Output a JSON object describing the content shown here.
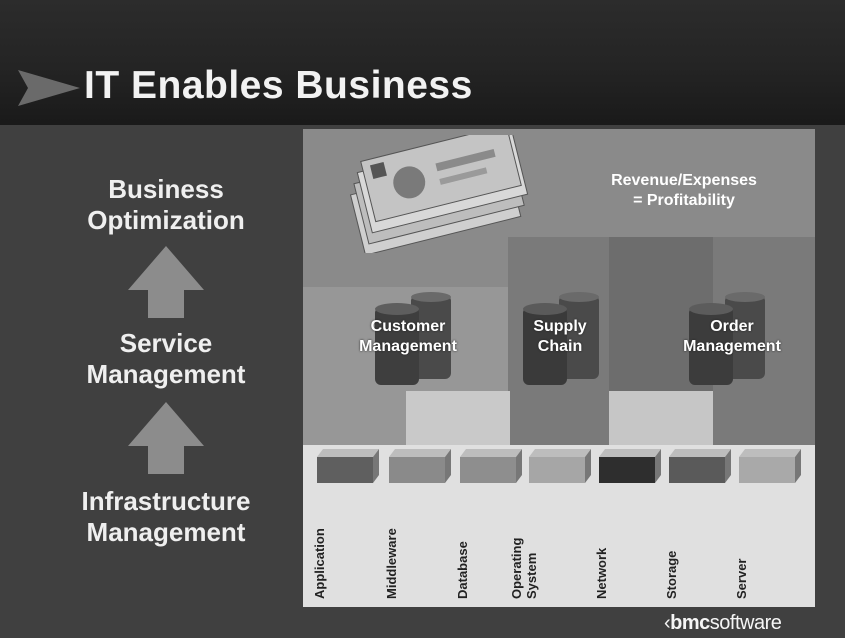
{
  "title": "IT Enables Business",
  "levels": {
    "top": "Business\nOptimization",
    "middle": "Service\nManagement",
    "bottom": "Infrastructure\nManagement"
  },
  "revenue_text": "Revenue/Expenses\n= Profitability",
  "services": [
    {
      "label": "Customer\nManagement"
    },
    {
      "label": "Supply\nChain"
    },
    {
      "label": "Order\nManagement"
    }
  ],
  "infrastructure": [
    {
      "label": "Application",
      "color": "#5f5f5f"
    },
    {
      "label": "Middleware",
      "color": "#8a8a8a"
    },
    {
      "label": "Database",
      "color": "#8e8e8e"
    },
    {
      "label": "Operating\nSystem",
      "color": "#a6a6a6"
    },
    {
      "label": "Network",
      "color": "#2e2e2e"
    },
    {
      "label": "Storage",
      "color": "#5a5a5a"
    },
    {
      "label": "Server",
      "color": "#a9a9a9"
    }
  ],
  "logo": {
    "prefix": "bmc",
    "suffix": "software"
  }
}
